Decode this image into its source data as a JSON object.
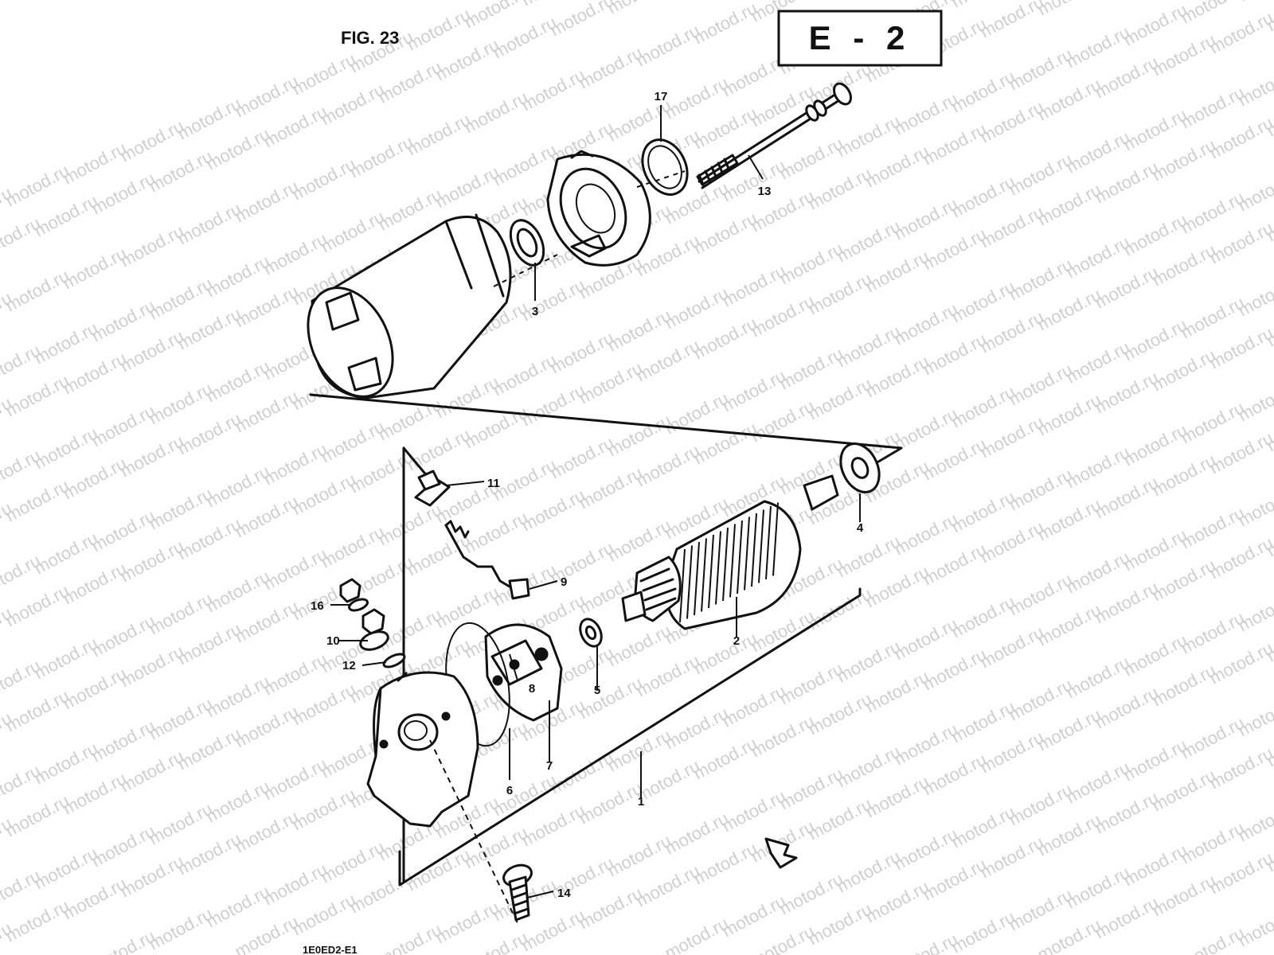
{
  "figure": {
    "title": "FIG. 23",
    "section_code": "E - 2",
    "footer_code": "1E0ED2-E1",
    "watermark_text": "motod.ru"
  },
  "callouts": [
    {
      "id": "1",
      "label": "1"
    },
    {
      "id": "2",
      "label": "2"
    },
    {
      "id": "3",
      "label": "3"
    },
    {
      "id": "4",
      "label": "4"
    },
    {
      "id": "5",
      "label": "5"
    },
    {
      "id": "6",
      "label": "6"
    },
    {
      "id": "7",
      "label": "7"
    },
    {
      "id": "8",
      "label": "8"
    },
    {
      "id": "9",
      "label": "9"
    },
    {
      "id": "10",
      "label": "10"
    },
    {
      "id": "11",
      "label": "11"
    },
    {
      "id": "12",
      "label": "12"
    },
    {
      "id": "13",
      "label": "13"
    },
    {
      "id": "14",
      "label": "14"
    },
    {
      "id": "16",
      "label": "16"
    },
    {
      "id": "17",
      "label": "17"
    }
  ],
  "colors": {
    "ink": "#111111",
    "watermark": "#cfcfcf",
    "paper": "#ffffff"
  }
}
